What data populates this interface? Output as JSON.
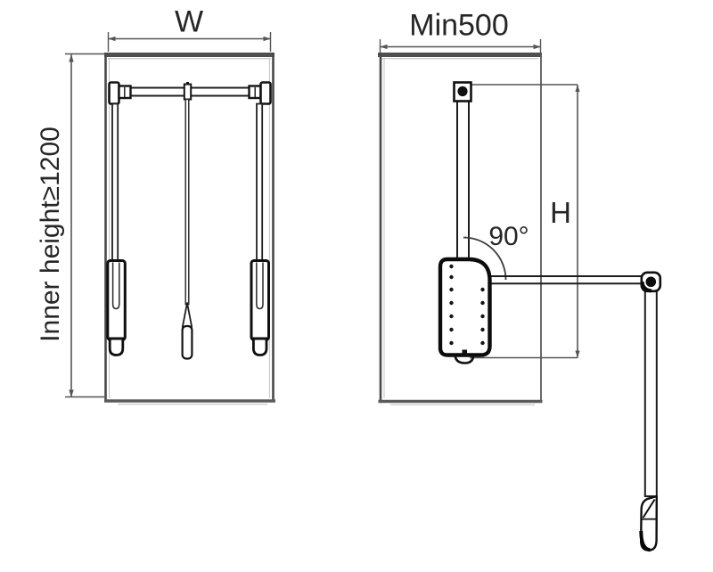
{
  "diagram": {
    "front_view": {
      "width_dim_label": "W",
      "inner_height_label": "Inner height≥1200"
    },
    "side_view": {
      "depth_dim_label": "Min500",
      "height_dim_label": "H",
      "angle_label": "90°"
    },
    "colors": {
      "ink": "#141414",
      "panel_gray": "#4f4f4f",
      "dimension_gray": "#555555",
      "text": "#262626",
      "background": "#ffffff"
    }
  }
}
